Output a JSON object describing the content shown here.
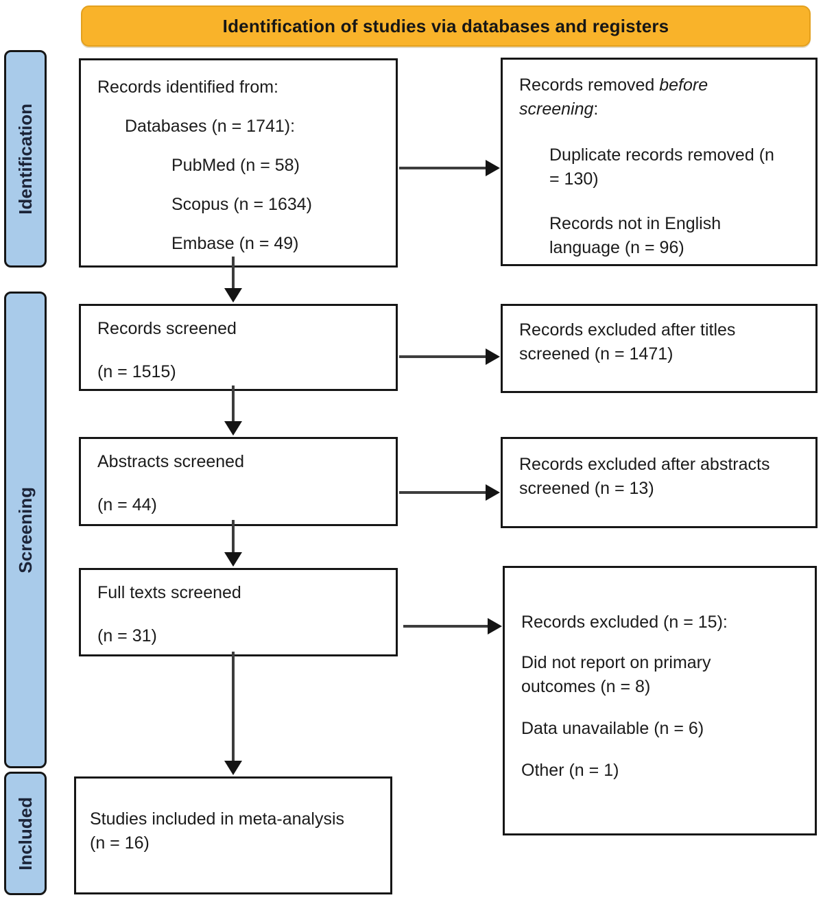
{
  "banner": {
    "title": "Identification of studies via databases and registers"
  },
  "sidebar": {
    "stages": [
      {
        "label": "Identification"
      },
      {
        "label": "Screening"
      },
      {
        "label": "Included"
      }
    ]
  },
  "boxes": {
    "identified": {
      "line1": "Records identified from:",
      "line2": "Databases (n = 1741):",
      "items": [
        "PubMed (n = 58)",
        "Scopus (n = 1634)",
        "Embase (n = 49)"
      ]
    },
    "removed": {
      "intro_regular": "Records removed ",
      "intro_italic": "before screening",
      "intro_colon": ":",
      "items": [
        "Duplicate records removed (n = 130)",
        "Records not in English language (n = 96)"
      ]
    },
    "records_screened": {
      "line1": "Records screened",
      "line2": "(n = 1515)"
    },
    "excluded_titles": {
      "text": "Records excluded after titles screened (n = 1471)"
    },
    "abstracts_screened": {
      "line1": "Abstracts screened",
      "line2": "(n = 44)"
    },
    "excluded_abstracts": {
      "text": "Records excluded after abstracts screened (n = 13)"
    },
    "fulltexts_screened": {
      "line1": "Full texts screened",
      "line2": "(n = 31)"
    },
    "excluded_fulltexts": {
      "heading": "Records excluded (n = 15):",
      "items": [
        "Did not report on primary outcomes (n = 8)",
        "Data unavailable (n = 6)",
        "Other (n = 1)"
      ]
    },
    "included": {
      "line1": "Studies included in meta-analysis",
      "line2": "(n = 16)"
    }
  },
  "colors": {
    "banner_fill": "#F9B32A",
    "banner_border": "#E3A01E",
    "stage_fill": "#A9CBEA",
    "box_border": "#161616",
    "arrow": "#3d3d3d"
  }
}
